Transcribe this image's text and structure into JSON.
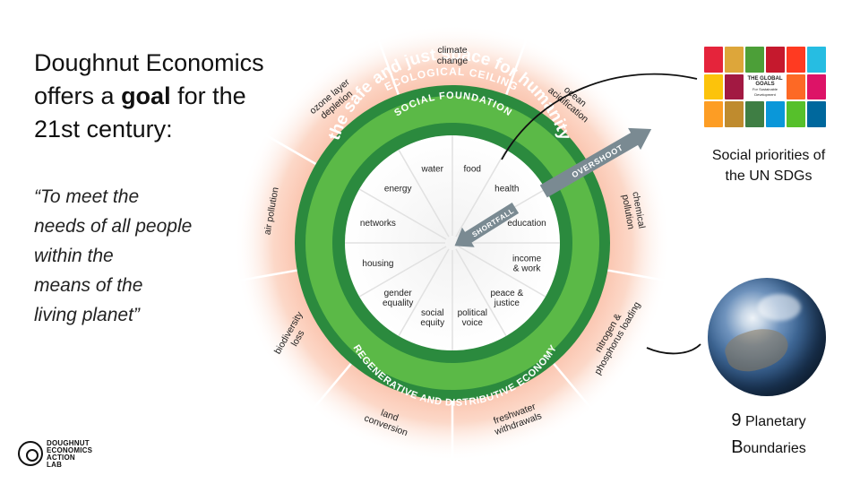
{
  "heading": {
    "line1": "Doughnut Economics",
    "line2_pre": "offers a ",
    "line2_bold": "goal",
    "line2_post": " for the",
    "line3": "21st century:"
  },
  "quote": [
    "“To meet the",
    "needs of all people",
    "within the",
    "means of the",
    "living planet”"
  ],
  "logo": {
    "lines": [
      "DOUGHNUT",
      "ECONOMICS",
      "ACTION",
      "LAB"
    ]
  },
  "doughnut": {
    "ecological_ceiling": "ECOLOGICAL CEILING",
    "safe_space": "the safe and just space for humanity",
    "social_foundation": "SOCIAL FOUNDATION",
    "regenerative": "REGENERATIVE AND DISTRIBUTIVE ECONOMY",
    "overshoot": "OVERSHOOT",
    "shortfall": "SHORTFALL",
    "planetary_boundaries": [
      [
        "climate",
        "change"
      ],
      [
        "ocean",
        "acidification"
      ],
      [
        "chemical",
        "pollution"
      ],
      [
        "nitrogen &",
        "phosphorus loading"
      ],
      [
        "freshwater",
        "withdrawals"
      ],
      [
        "land",
        "conversion"
      ],
      [
        "biodiversity",
        "loss"
      ],
      [
        "air pollution"
      ],
      [
        "ozone layer",
        "depletion"
      ]
    ],
    "social_needs": [
      [
        "water"
      ],
      [
        "food"
      ],
      [
        "health"
      ],
      [
        "education"
      ],
      [
        "income",
        "& work"
      ],
      [
        "peace &",
        "justice"
      ],
      [
        "political",
        "voice"
      ],
      [
        "social",
        "equity"
      ],
      [
        "gender",
        "equality"
      ],
      [
        "housing"
      ],
      [
        "networks"
      ],
      [
        "energy"
      ]
    ]
  },
  "sdg": {
    "center_line1": "THE GLOBAL GOALS",
    "center_line2": "For Sustainable Development",
    "colors": [
      "#e5243b",
      "#dda63a",
      "#4c9f38",
      "#c5192d",
      "#ff3a21",
      "#26bde2",
      "#fcc30b",
      "#a21942",
      "#fd6925",
      "#dd1367",
      "#fd9d24",
      "#bf8b2e",
      "#3f7e44",
      "#0a97d9",
      "#56c02b",
      "#00689d",
      "#19486a",
      "#e5243b"
    ],
    "caption": [
      "Social priorities of",
      "the UN SDGs"
    ]
  },
  "earth_caption": {
    "num": "9",
    "line1_rest": " Planetary",
    "initial2": "B",
    "line2_rest": "oundaries"
  }
}
